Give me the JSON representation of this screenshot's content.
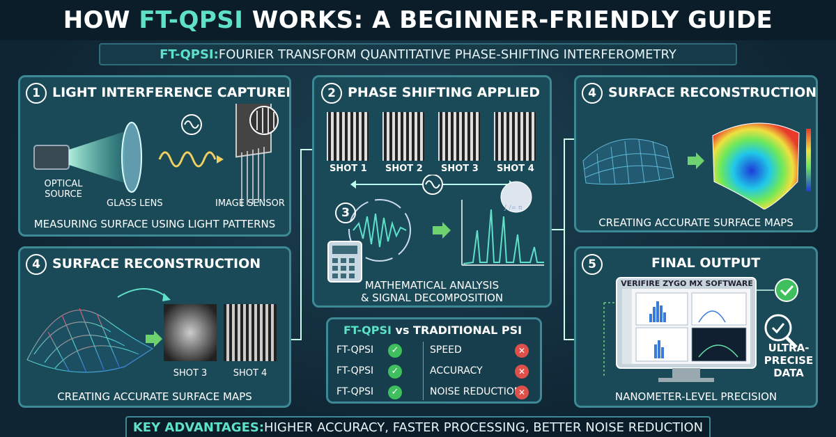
{
  "header": {
    "title_part1": "HOW ",
    "title_hl": "FT-QPSI",
    "title_part2": " WORKS: A BEGINNER-FRIENDLY GUIDE"
  },
  "subtitle": {
    "hl": "FT-QPSI:",
    "text": " FOURIER TRANSFORM QUANTITATIVE PHASE-SHIFTING INTERFEROMETRY"
  },
  "panel1": {
    "num": "1",
    "title": "LIGHT INTERFERENCE CAPTURED",
    "label_source": "OPTICAL SOURCE",
    "label_lens": "GLASS LENS",
    "label_sensor": "IMAGE SENSOR",
    "caption": "MEASURING SURFACE USING LIGHT PATTERNS"
  },
  "panel2": {
    "num": "2",
    "title": "PHASE SHIFTING APPLIED",
    "shots": [
      "SHOT 1",
      "SHOT 2",
      "SHOT 3",
      "SHOT 4"
    ],
    "num3": "3",
    "caption_line1": "MATHEMATICAL ANALYSIS",
    "caption_line2": "& SIGNAL DECOMPOSITION"
  },
  "panel3": {
    "num": "4",
    "title": "SURFACE RECONSTRUCTION",
    "caption": "CREATING ACCURATE SURFACE MAPS"
  },
  "panel4": {
    "num": "4",
    "title": "SURFACE RECONSTRUCTION",
    "shot_a": "SHOT 3",
    "shot_b": "SHOT 4",
    "caption": "CREATING ACCURATE SURFACE MAPS"
  },
  "panel5": {
    "num": "5",
    "title": "FINAL OUTPUT",
    "software": "VERIFIRE ZYGO MX SOFTWARE",
    "side_line1": "ULTRA-",
    "side_line2": "PRECISE",
    "side_line3": "DATA",
    "caption": "NANOMETER-LEVEL PRECISION"
  },
  "comparison": {
    "hl": "FT-QPSI",
    "rest": " vs TRADITIONAL PSI",
    "rows": [
      {
        "left": "FT-QPSI",
        "right": "SPEED"
      },
      {
        "left": "FT-QPSI",
        "right": "ACCURACY"
      },
      {
        "left": "FT-QPSI",
        "right": "NOISE REDUCTION"
      }
    ]
  },
  "footer": {
    "hl": "KEY ADVANTAGES:",
    "text": " HIGHER ACCURACY, FASTER PROCESSING, BETTER NOISE REDUCTION"
  },
  "colors": {
    "accent": "#5fe0c8",
    "panel": "#1a4a58",
    "border": "#3d8a96",
    "ok": "#3fbf5e",
    "no": "#e0504a"
  }
}
